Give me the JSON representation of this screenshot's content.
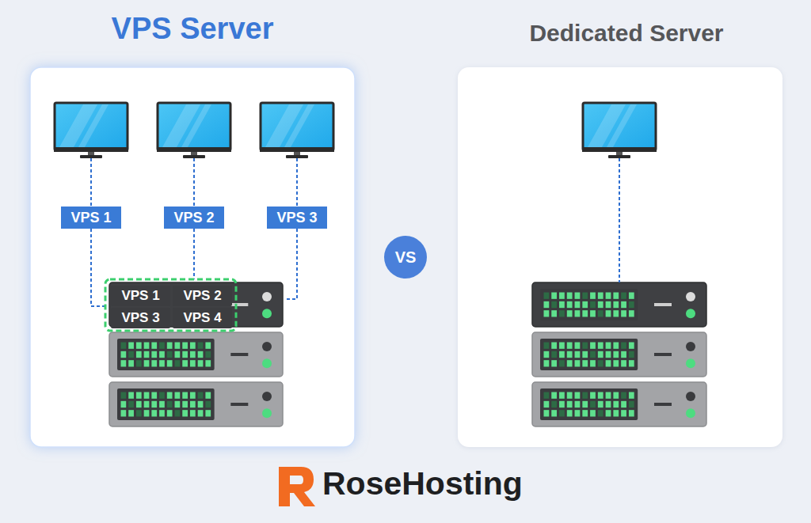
{
  "diagram": {
    "nodes": [
      {
        "text": [
          "VPS Server"
        ]
      },
      {
        "text": [
          "VPS 1"
        ],
        "in": 0
      },
      {
        "text": [
          "VPS 2"
        ],
        "in": 0
      },
      {
        "text": [
          "VPS 3"
        ],
        "in": 0
      },
      {
        "text": [
          "VPS 1"
        ],
        "in": 0
      },
      {
        "text": [
          "VPS 2"
        ],
        "in": 0
      },
      {
        "text": [
          "VPS 3"
        ],
        "in": 0
      },
      {
        "text": [
          "VPS 4"
        ],
        "in": 0
      },
      {
        "text": [
          "VS"
        ]
      },
      {
        "text": [
          "Dedicated Server"
        ]
      }
    ],
    "labels": [
      "RoseHosting"
    ]
  }
}
